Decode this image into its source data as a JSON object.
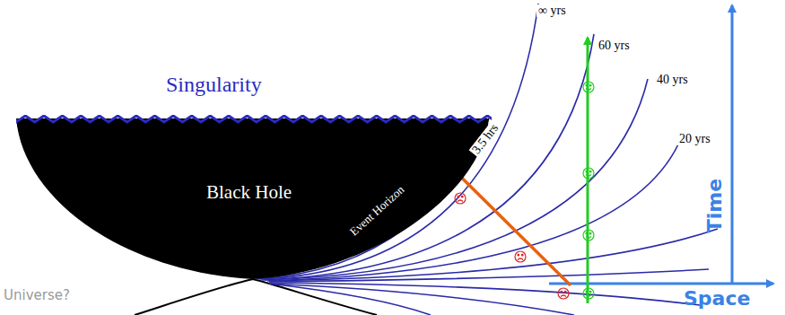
{
  "diagram": {
    "nodes": [
      {
        "text": [
          "Black Hole"
        ]
      }
    ],
    "labels": [
      "Singularity",
      "∞ yrs",
      "60 yrs",
      "40 yrs",
      "20 yrs",
      "3.5 hrs",
      "Event Horizon",
      "Universe?",
      "Time",
      "Space"
    ]
  }
}
